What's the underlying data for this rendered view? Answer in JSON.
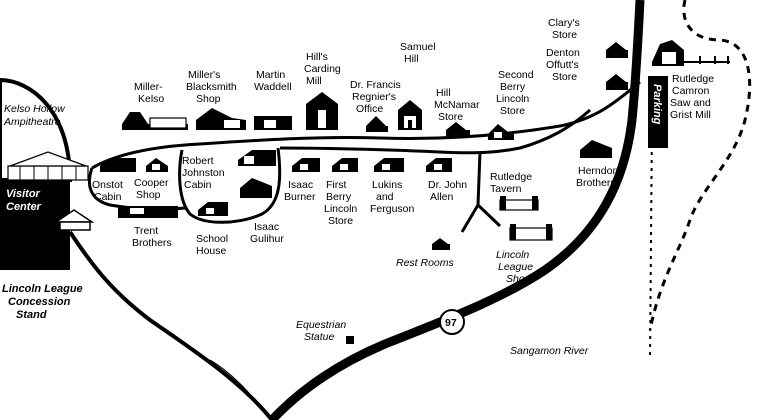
{
  "map": {
    "places": {
      "kelso": [
        "Kelso Hollow",
        "Ampitheatre"
      ],
      "visitor_center": [
        "Visitor",
        "Center"
      ],
      "concession": [
        "Lincoln League",
        "Concession",
        "Stand"
      ],
      "onstot": [
        "Onstot",
        "Cabin"
      ],
      "cooper": [
        "Cooper",
        "Shop"
      ],
      "trent": [
        "Trent",
        "Brothers"
      ],
      "miller_kelso": [
        "Miller-",
        "Kelso"
      ],
      "miller_blacksmith": [
        "Miller's",
        "Blacksmith",
        "Shop"
      ],
      "waddell": [
        "Martin",
        "Waddell"
      ],
      "carding": [
        "Hill's",
        "Carding",
        "Mill"
      ],
      "regnier": [
        "Dr. Francis",
        "Regnier's",
        "Office"
      ],
      "samuel_hill": [
        "Samuel",
        "Hill"
      ],
      "hill_mcnamar": [
        "Hill",
        "McNamar",
        "Store"
      ],
      "berry_second": [
        "Second",
        "Berry",
        "Lincoln",
        "Store"
      ],
      "clarys": [
        "Clary's",
        "Store"
      ],
      "offutt": [
        "Denton",
        "Offutt's",
        "Store"
      ],
      "rutledge_mill": [
        "Rutledge",
        "Camron",
        "Saw and",
        "Grist Mill"
      ],
      "parking": "Parking",
      "robert_johnston": [
        "Robert",
        "Johnston",
        "Cabin"
      ],
      "school": [
        "School",
        "House"
      ],
      "gulihur": [
        "Isaac",
        "Gulihur"
      ],
      "burner": [
        "Isaac",
        "Burner"
      ],
      "berry_first": [
        "First",
        "Berry",
        "Lincoln",
        "Store"
      ],
      "lukins": [
        "Lukins",
        "and",
        "Ferguson"
      ],
      "allen": [
        "Dr. John",
        "Allen"
      ],
      "tavern": [
        "Rutledge",
        "Tavern"
      ],
      "herndon": [
        "Herndon",
        "Brothers"
      ],
      "rest_rooms": "Rest Rooms",
      "league_shop": [
        "Lincoln",
        "League",
        "Shop"
      ],
      "statue": [
        "Equestrian",
        "Statue"
      ],
      "route": "97",
      "river": "Sangamon River"
    }
  }
}
